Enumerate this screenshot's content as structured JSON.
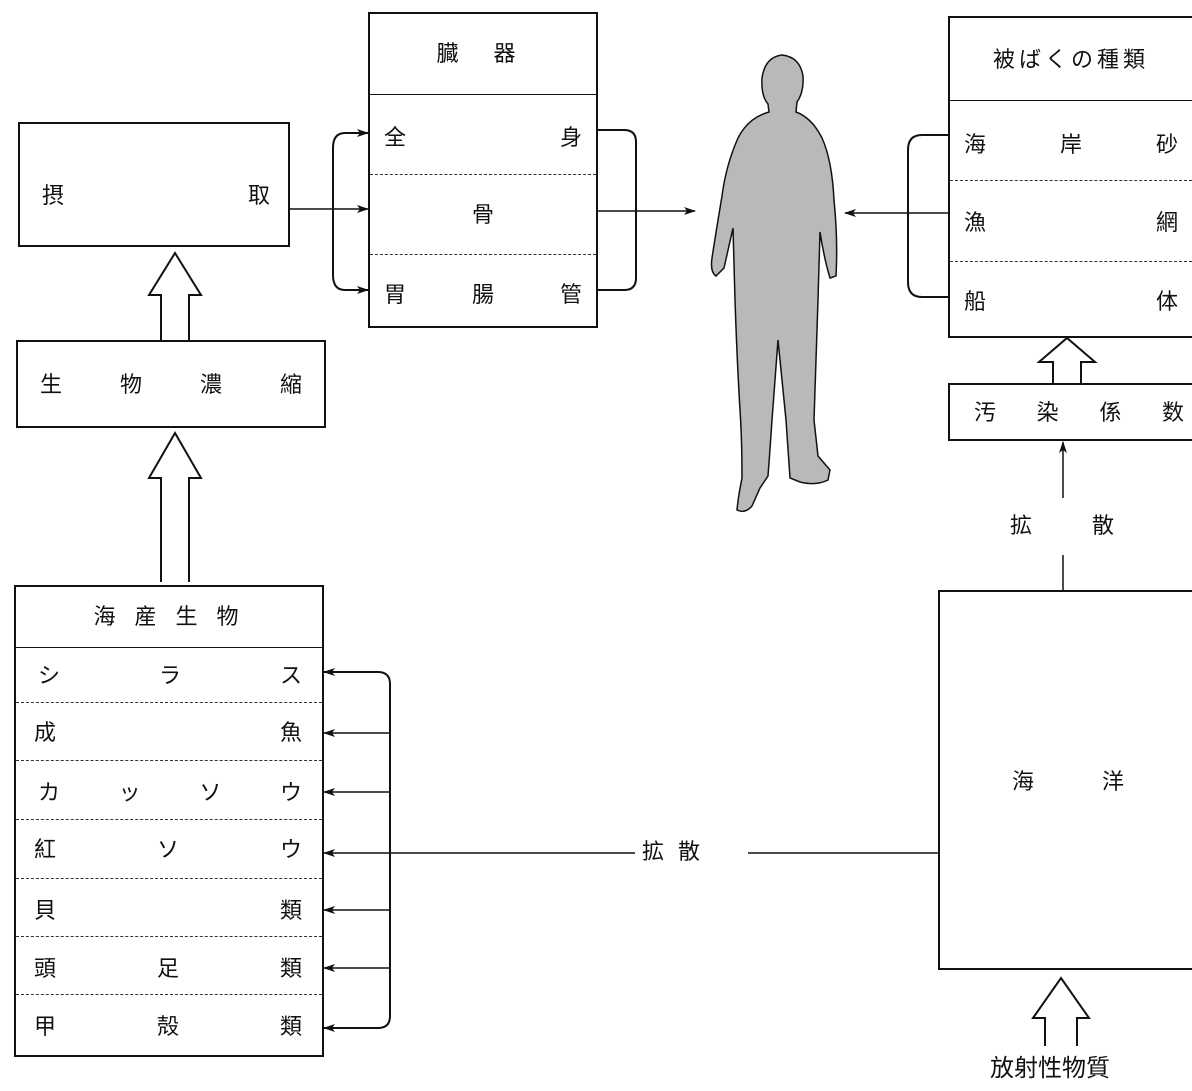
{
  "intake_box": {
    "label_a": "摂",
    "label_b": "取"
  },
  "bio_box": {
    "chars": [
      "生",
      "物",
      "濃",
      "縮"
    ]
  },
  "organ_box": {
    "header": "臓 器",
    "rows": [
      {
        "chars": [
          "全",
          "身"
        ]
      },
      {
        "chars": [
          "骨"
        ]
      },
      {
        "chars": [
          "胃",
          "腸",
          "管"
        ]
      }
    ]
  },
  "exposure_box": {
    "header": "被ばくの種類",
    "rows": [
      {
        "chars": [
          "海",
          "岸",
          "砂"
        ]
      },
      {
        "chars": [
          "漁",
          "網"
        ]
      },
      {
        "chars": [
          "船",
          "体"
        ]
      }
    ]
  },
  "pollution_box": {
    "chars": [
      "汚",
      "染",
      "係",
      "数"
    ]
  },
  "diffusion_top": {
    "chars": [
      "拡",
      "散"
    ]
  },
  "marine_box": {
    "header": "海 産 生 物",
    "rows": [
      {
        "chars": [
          "シ",
          "ラ",
          "ス"
        ]
      },
      {
        "chars": [
          "成",
          "魚"
        ]
      },
      {
        "chars": [
          "カ",
          "ッ",
          "ソ",
          "ウ"
        ]
      },
      {
        "chars": [
          "紅",
          "ソ",
          "ウ"
        ]
      },
      {
        "chars": [
          "貝",
          "類"
        ]
      },
      {
        "chars": [
          "頭",
          "足",
          "類"
        ]
      },
      {
        "chars": [
          "甲",
          "殻",
          "類"
        ]
      }
    ]
  },
  "diffusion_mid": {
    "label": "拡  散"
  },
  "ocean_box": {
    "chars": [
      "海",
      "洋"
    ]
  },
  "source": {
    "label": "放射性物質"
  },
  "colors": {
    "ink": "#111111",
    "figure_fill": "#b9b9b9"
  },
  "icons": {
    "human": "human-silhouette-icon",
    "arrow": "hollow-up-arrow-icon"
  }
}
